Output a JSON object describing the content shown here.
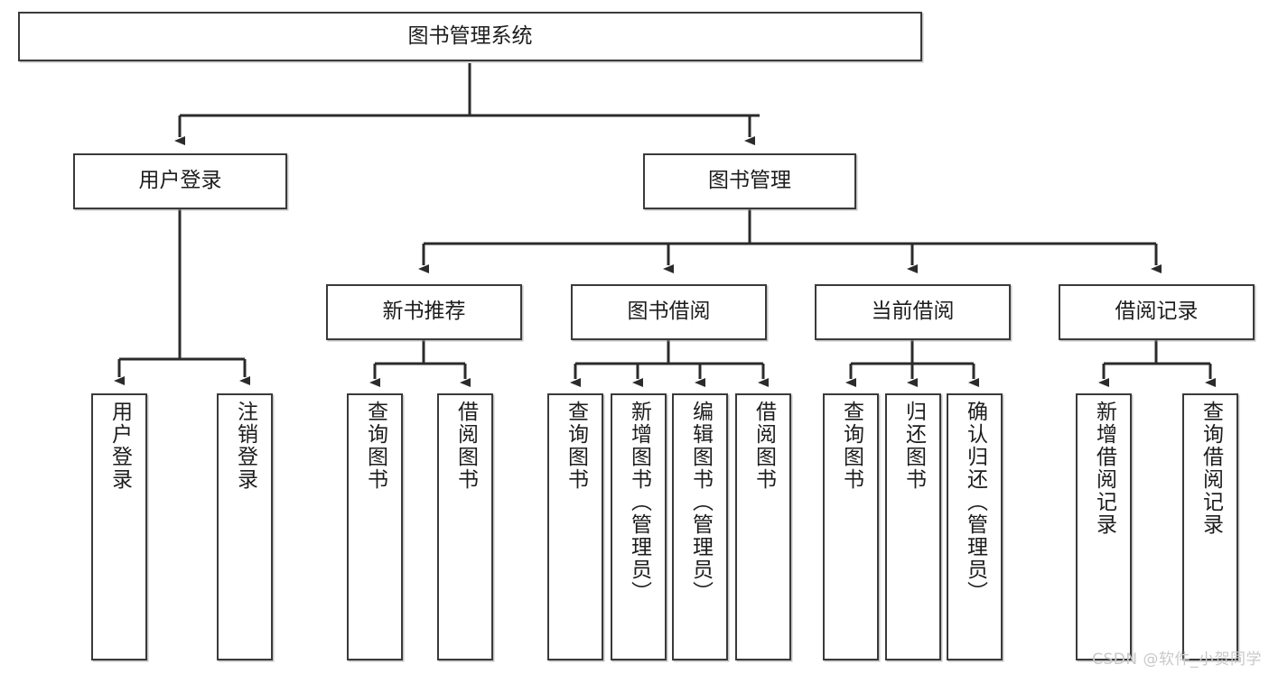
{
  "diagram": {
    "title": "图书管理系统",
    "type": "tree-hierarchy-diagram",
    "colors": {
      "box_border": "#3a3a3a",
      "box_fill": "#ffffff",
      "connector": "#2b2b2b",
      "text": "#1d1d1d",
      "watermark": "#c9c9c9"
    },
    "root": {
      "label": "图书管理系统"
    },
    "level2": [
      {
        "label": "用户登录"
      },
      {
        "label": "图书管理"
      }
    ],
    "level3": [
      {
        "label": "新书推荐"
      },
      {
        "label": "图书借阅"
      },
      {
        "label": "当前借阅"
      },
      {
        "label": "借阅记录"
      }
    ],
    "leaves_user_login": [
      {
        "label": "用户登录"
      },
      {
        "label": "注销登录"
      }
    ],
    "leaves_new_book": [
      {
        "label": "查询图书"
      },
      {
        "label": "借阅图书"
      }
    ],
    "leaves_borrow": [
      {
        "label": "查询图书"
      },
      {
        "label": "新增图书（管理员）"
      },
      {
        "label": "编辑图书（管理员）"
      },
      {
        "label": "借阅图书"
      }
    ],
    "leaves_current": [
      {
        "label": "查询图书"
      },
      {
        "label": "归还图书"
      },
      {
        "label": "确认归还（管理员）"
      }
    ],
    "leaves_records": [
      {
        "label": "新增借阅记录"
      },
      {
        "label": "查询借阅记录"
      }
    ]
  },
  "watermark": {
    "text": "CSDN @软件_小贺同学"
  }
}
